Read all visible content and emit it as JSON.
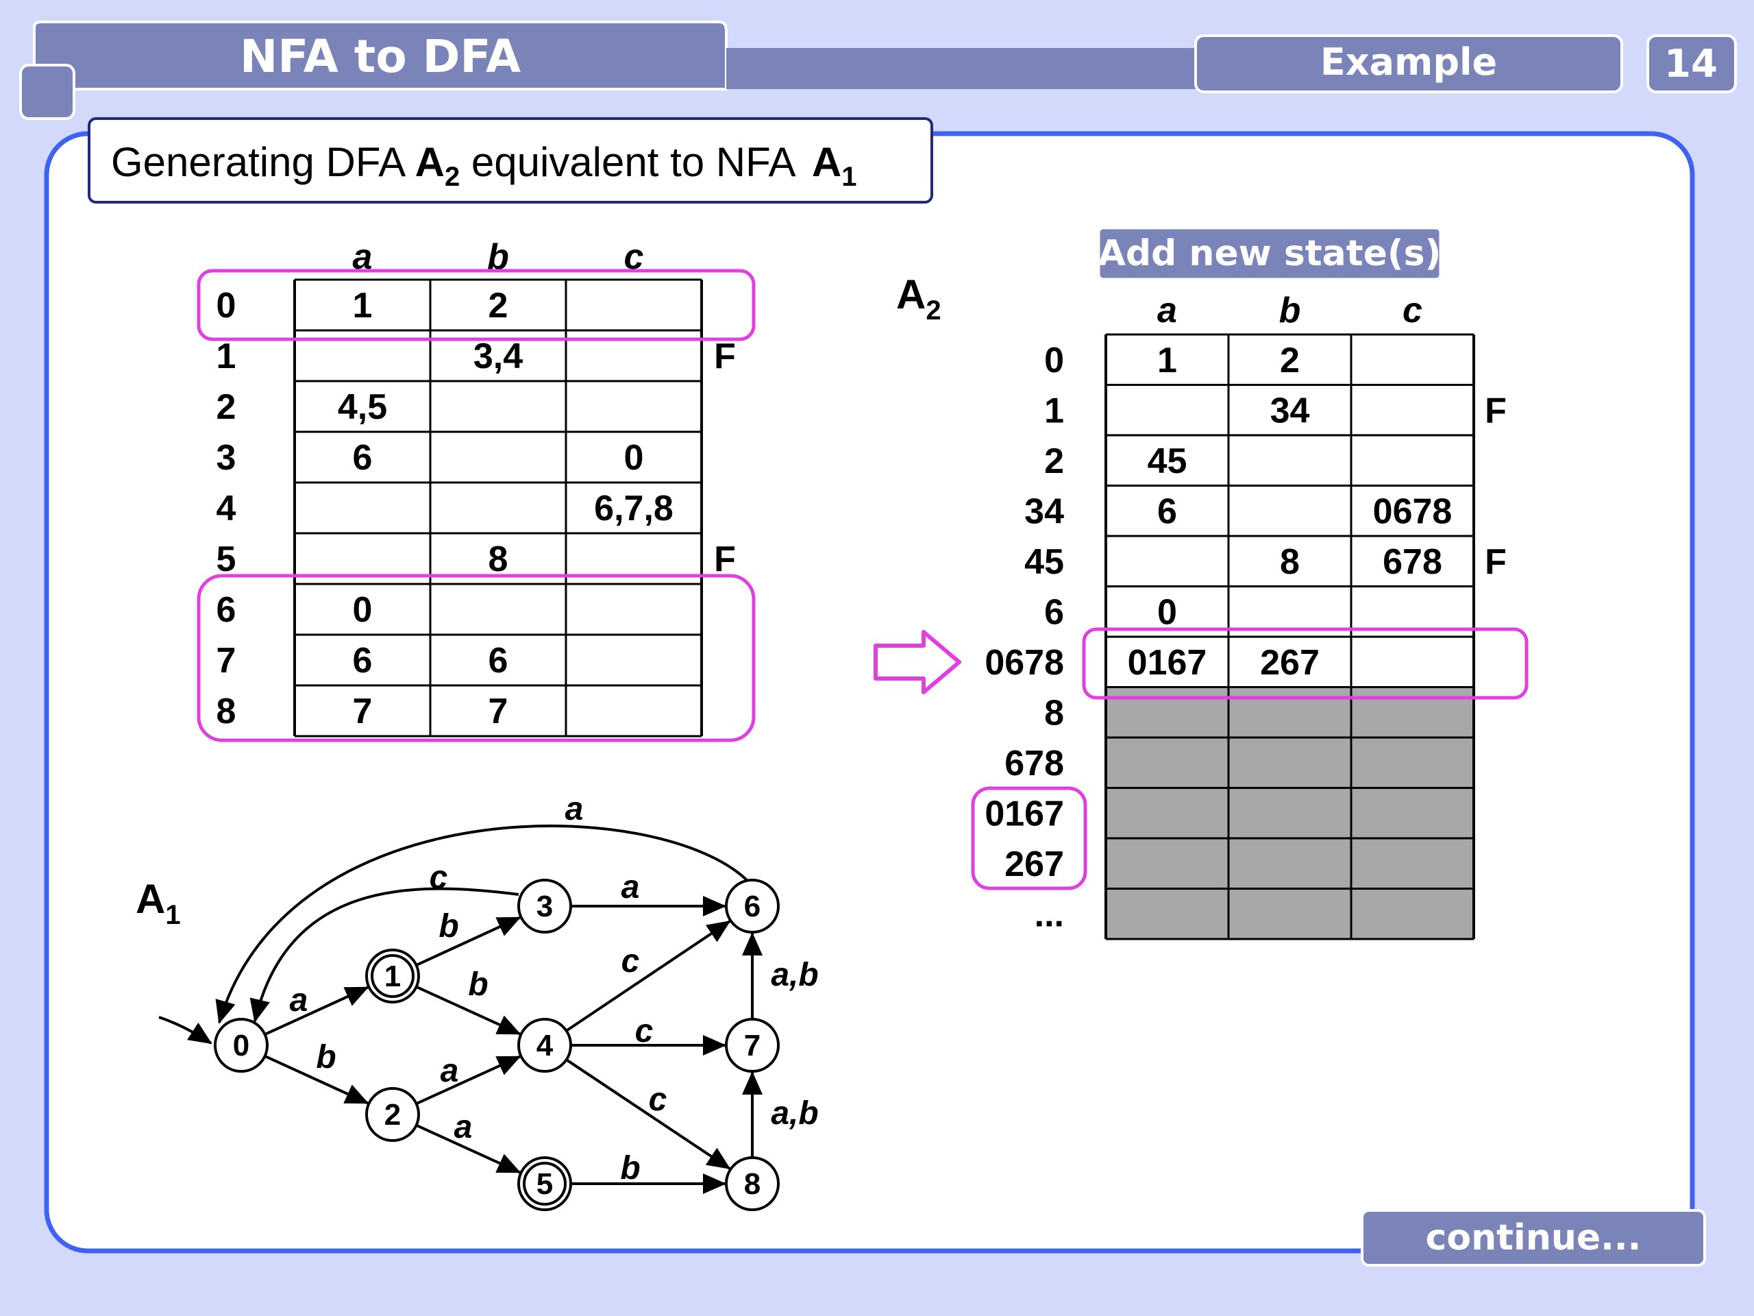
{
  "header": {
    "title": "NFA to DFA",
    "section": "Example",
    "page_number": "14"
  },
  "caption": {
    "text_before": "Generating DFA ",
    "dfa_name": "A",
    "dfa_sub": "2",
    "text_middle": " equivalent to NFA ",
    "nfa_name": "A",
    "nfa_sub": "1"
  },
  "nfa_table": {
    "columns": [
      "a",
      "b",
      "c"
    ],
    "rows": [
      {
        "state": "0",
        "cells": [
          "1",
          "2",
          ""
        ],
        "final": ""
      },
      {
        "state": "1",
        "cells": [
          "",
          "3,4",
          ""
        ],
        "final": "F"
      },
      {
        "state": "2",
        "cells": [
          "4,5",
          "",
          ""
        ],
        "final": ""
      },
      {
        "state": "3",
        "cells": [
          "6",
          "",
          "0"
        ],
        "final": ""
      },
      {
        "state": "4",
        "cells": [
          "",
          "",
          "6,7,8"
        ],
        "final": ""
      },
      {
        "state": "5",
        "cells": [
          "",
          "8",
          ""
        ],
        "final": "F"
      },
      {
        "state": "6",
        "cells": [
          "0",
          "",
          ""
        ],
        "final": ""
      },
      {
        "state": "7",
        "cells": [
          "6",
          "6",
          ""
        ],
        "final": ""
      },
      {
        "state": "8",
        "cells": [
          "7",
          "7",
          ""
        ],
        "final": ""
      }
    ]
  },
  "dfa_panel": {
    "add_button": "Add new state(s)",
    "label_name": "A",
    "label_sub": "2",
    "columns": [
      "a",
      "b",
      "c"
    ],
    "rows": [
      {
        "state": "0",
        "cells": [
          "1",
          "2",
          ""
        ],
        "final": "",
        "filled": false
      },
      {
        "state": "1",
        "cells": [
          "",
          "34",
          ""
        ],
        "final": "F",
        "filled": false
      },
      {
        "state": "2",
        "cells": [
          "45",
          "",
          ""
        ],
        "final": "",
        "filled": false
      },
      {
        "state": "34",
        "cells": [
          "6",
          "",
          "0678"
        ],
        "final": "",
        "filled": false
      },
      {
        "state": "45",
        "cells": [
          "",
          "8",
          "678"
        ],
        "final": "F",
        "filled": false
      },
      {
        "state": "6",
        "cells": [
          "0",
          "",
          ""
        ],
        "final": "",
        "filled": false
      },
      {
        "state": "0678",
        "cells": [
          "0167",
          "267",
          ""
        ],
        "final": "",
        "filled": false
      },
      {
        "state": "8",
        "cells": [
          "",
          "",
          ""
        ],
        "final": "",
        "filled": true
      },
      {
        "state": "678",
        "cells": [
          "",
          "",
          ""
        ],
        "final": "",
        "filled": true
      },
      {
        "state": "0167",
        "cells": [
          "",
          "",
          ""
        ],
        "final": "",
        "filled": true
      },
      {
        "state": "267",
        "cells": [
          "",
          "",
          ""
        ],
        "final": "",
        "filled": true
      },
      {
        "state": "...",
        "cells": [
          "",
          "",
          ""
        ],
        "final": "",
        "filled": true
      }
    ]
  },
  "automaton": {
    "label_name": "A",
    "label_sub": "1",
    "states": [
      "0",
      "1",
      "2",
      "3",
      "4",
      "5",
      "6",
      "7",
      "8"
    ],
    "accepting": [
      "1",
      "5"
    ],
    "start": "0",
    "transitions": [
      {
        "from": "0",
        "to": "1",
        "label": "a"
      },
      {
        "from": "0",
        "to": "2",
        "label": "b"
      },
      {
        "from": "1",
        "to": "3",
        "label": "b"
      },
      {
        "from": "1",
        "to": "4",
        "label": "b"
      },
      {
        "from": "2",
        "to": "4",
        "label": "a"
      },
      {
        "from": "2",
        "to": "5",
        "label": "a"
      },
      {
        "from": "3",
        "to": "6",
        "label": "a"
      },
      {
        "from": "3",
        "to": "0",
        "label": "c"
      },
      {
        "from": "4",
        "to": "6",
        "label": "c"
      },
      {
        "from": "4",
        "to": "7",
        "label": "c"
      },
      {
        "from": "4",
        "to": "8",
        "label": "c"
      },
      {
        "from": "5",
        "to": "8",
        "label": "b"
      },
      {
        "from": "6",
        "to": "0",
        "label": "a"
      },
      {
        "from": "7",
        "to": "6",
        "label": "a,b"
      },
      {
        "from": "8",
        "to": "7",
        "label": "a,b"
      }
    ]
  },
  "footer": {
    "continue_label": "continue..."
  },
  "colors": {
    "background": "#d3d9fb",
    "header_bar": "#7b84b8",
    "frame_border": "#3f63f0",
    "highlight": "#e040e0",
    "filled_cell": "#a8a8a8"
  }
}
